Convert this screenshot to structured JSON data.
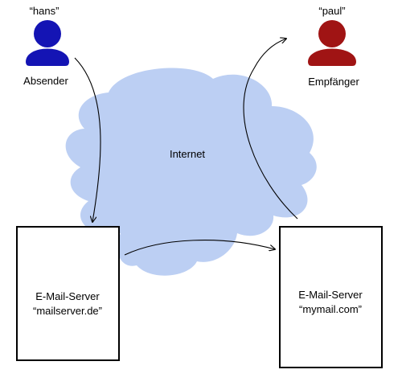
{
  "sender": {
    "nickname": "“hans”",
    "role_label": "Absender",
    "color": "#1414b4"
  },
  "recipient": {
    "nickname": "“paul”",
    "role_label": "Empfänger",
    "color": "#a01414"
  },
  "internet": {
    "label": "Internet",
    "cloud_color": "#bccff3"
  },
  "sender_server": {
    "line1": "E-Mail-Server",
    "line2": "“mailserver.de”"
  },
  "recipient_server": {
    "line1": "E-Mail-Server",
    "line2": "“mymail.com”"
  }
}
